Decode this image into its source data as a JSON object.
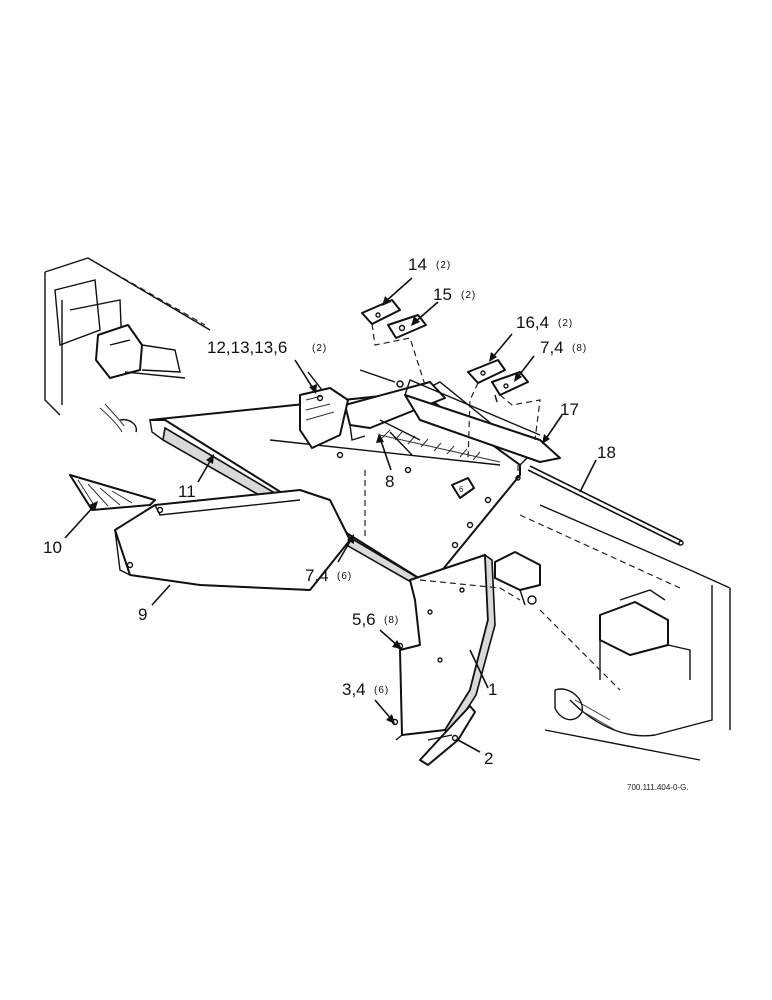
{
  "callouts": [
    {
      "id": "c14",
      "label": "14",
      "qty": "(2)"
    },
    {
      "id": "c15",
      "label": "15",
      "qty": "(2)"
    },
    {
      "id": "c16",
      "label": "16,4",
      "qty": "(2)"
    },
    {
      "id": "c12",
      "label": "12,13,13,6",
      "qty": "(2)"
    },
    {
      "id": "c7a",
      "label": "7,4",
      "qty": "(8)"
    },
    {
      "id": "c17",
      "label": "17",
      "qty": ""
    },
    {
      "id": "c18",
      "label": "18",
      "qty": ""
    },
    {
      "id": "c8",
      "label": "8",
      "qty": ""
    },
    {
      "id": "c11",
      "label": "11",
      "qty": ""
    },
    {
      "id": "c10",
      "label": "10",
      "qty": ""
    },
    {
      "id": "c7b",
      "label": "7,4",
      "qty": "(6)"
    },
    {
      "id": "c9",
      "label": "9",
      "qty": ""
    },
    {
      "id": "c5",
      "label": "5,6",
      "qty": "(8)"
    },
    {
      "id": "c1",
      "label": "1",
      "qty": ""
    },
    {
      "id": "c3",
      "label": "3,4",
      "qty": "(6)"
    },
    {
      "id": "c2",
      "label": "2",
      "qty": ""
    }
  ],
  "drawing_number": "700.111.404-0-G."
}
